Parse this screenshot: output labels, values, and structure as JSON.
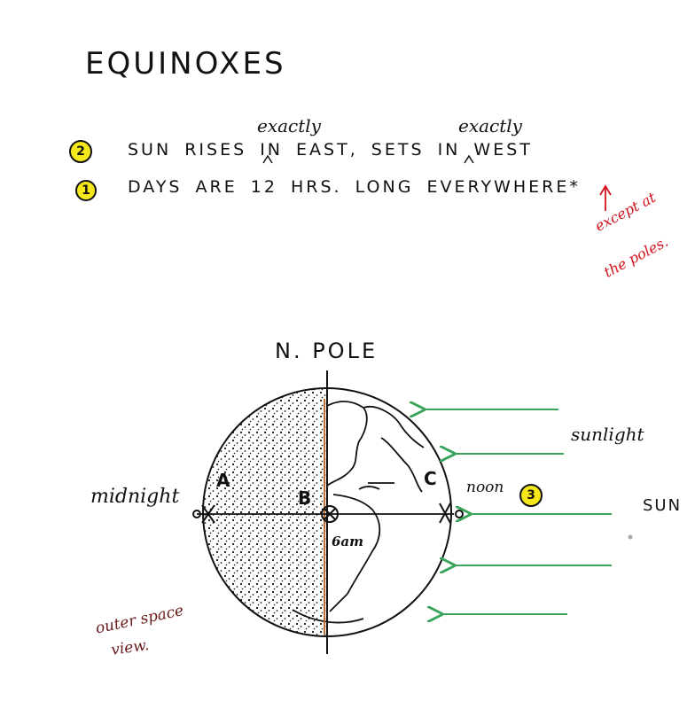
{
  "title": "EQUINOXES",
  "facts": [
    {
      "badge": "2",
      "text": "SUN RISES  IN EAST, SETS  IN WEST",
      "insert": "exactly",
      "insert2": "exactly"
    },
    {
      "badge": "1",
      "text": "DAYS ARE 12 HRS. LONG EVERYWHERE*"
    }
  ],
  "footnote": {
    "line1": "except at",
    "line2": "the poles."
  },
  "diagram": {
    "pole_label": "N. POLE",
    "point_a": "A",
    "point_b": "B",
    "point_c": "C",
    "midnight": "midnight",
    "noon": "noon",
    "noon_badge": "3",
    "time_6am": "6am",
    "sunlight": "sunlight",
    "sun": "SUN",
    "outer_space": "outer space",
    "view": "view.",
    "colors": {
      "sunlight_arrows": "#3aa55a",
      "terminator": "#c0651f",
      "footnote": "#d3121b",
      "badge": "#f5e71a",
      "outer_space_text": "#6b1a1a"
    }
  }
}
